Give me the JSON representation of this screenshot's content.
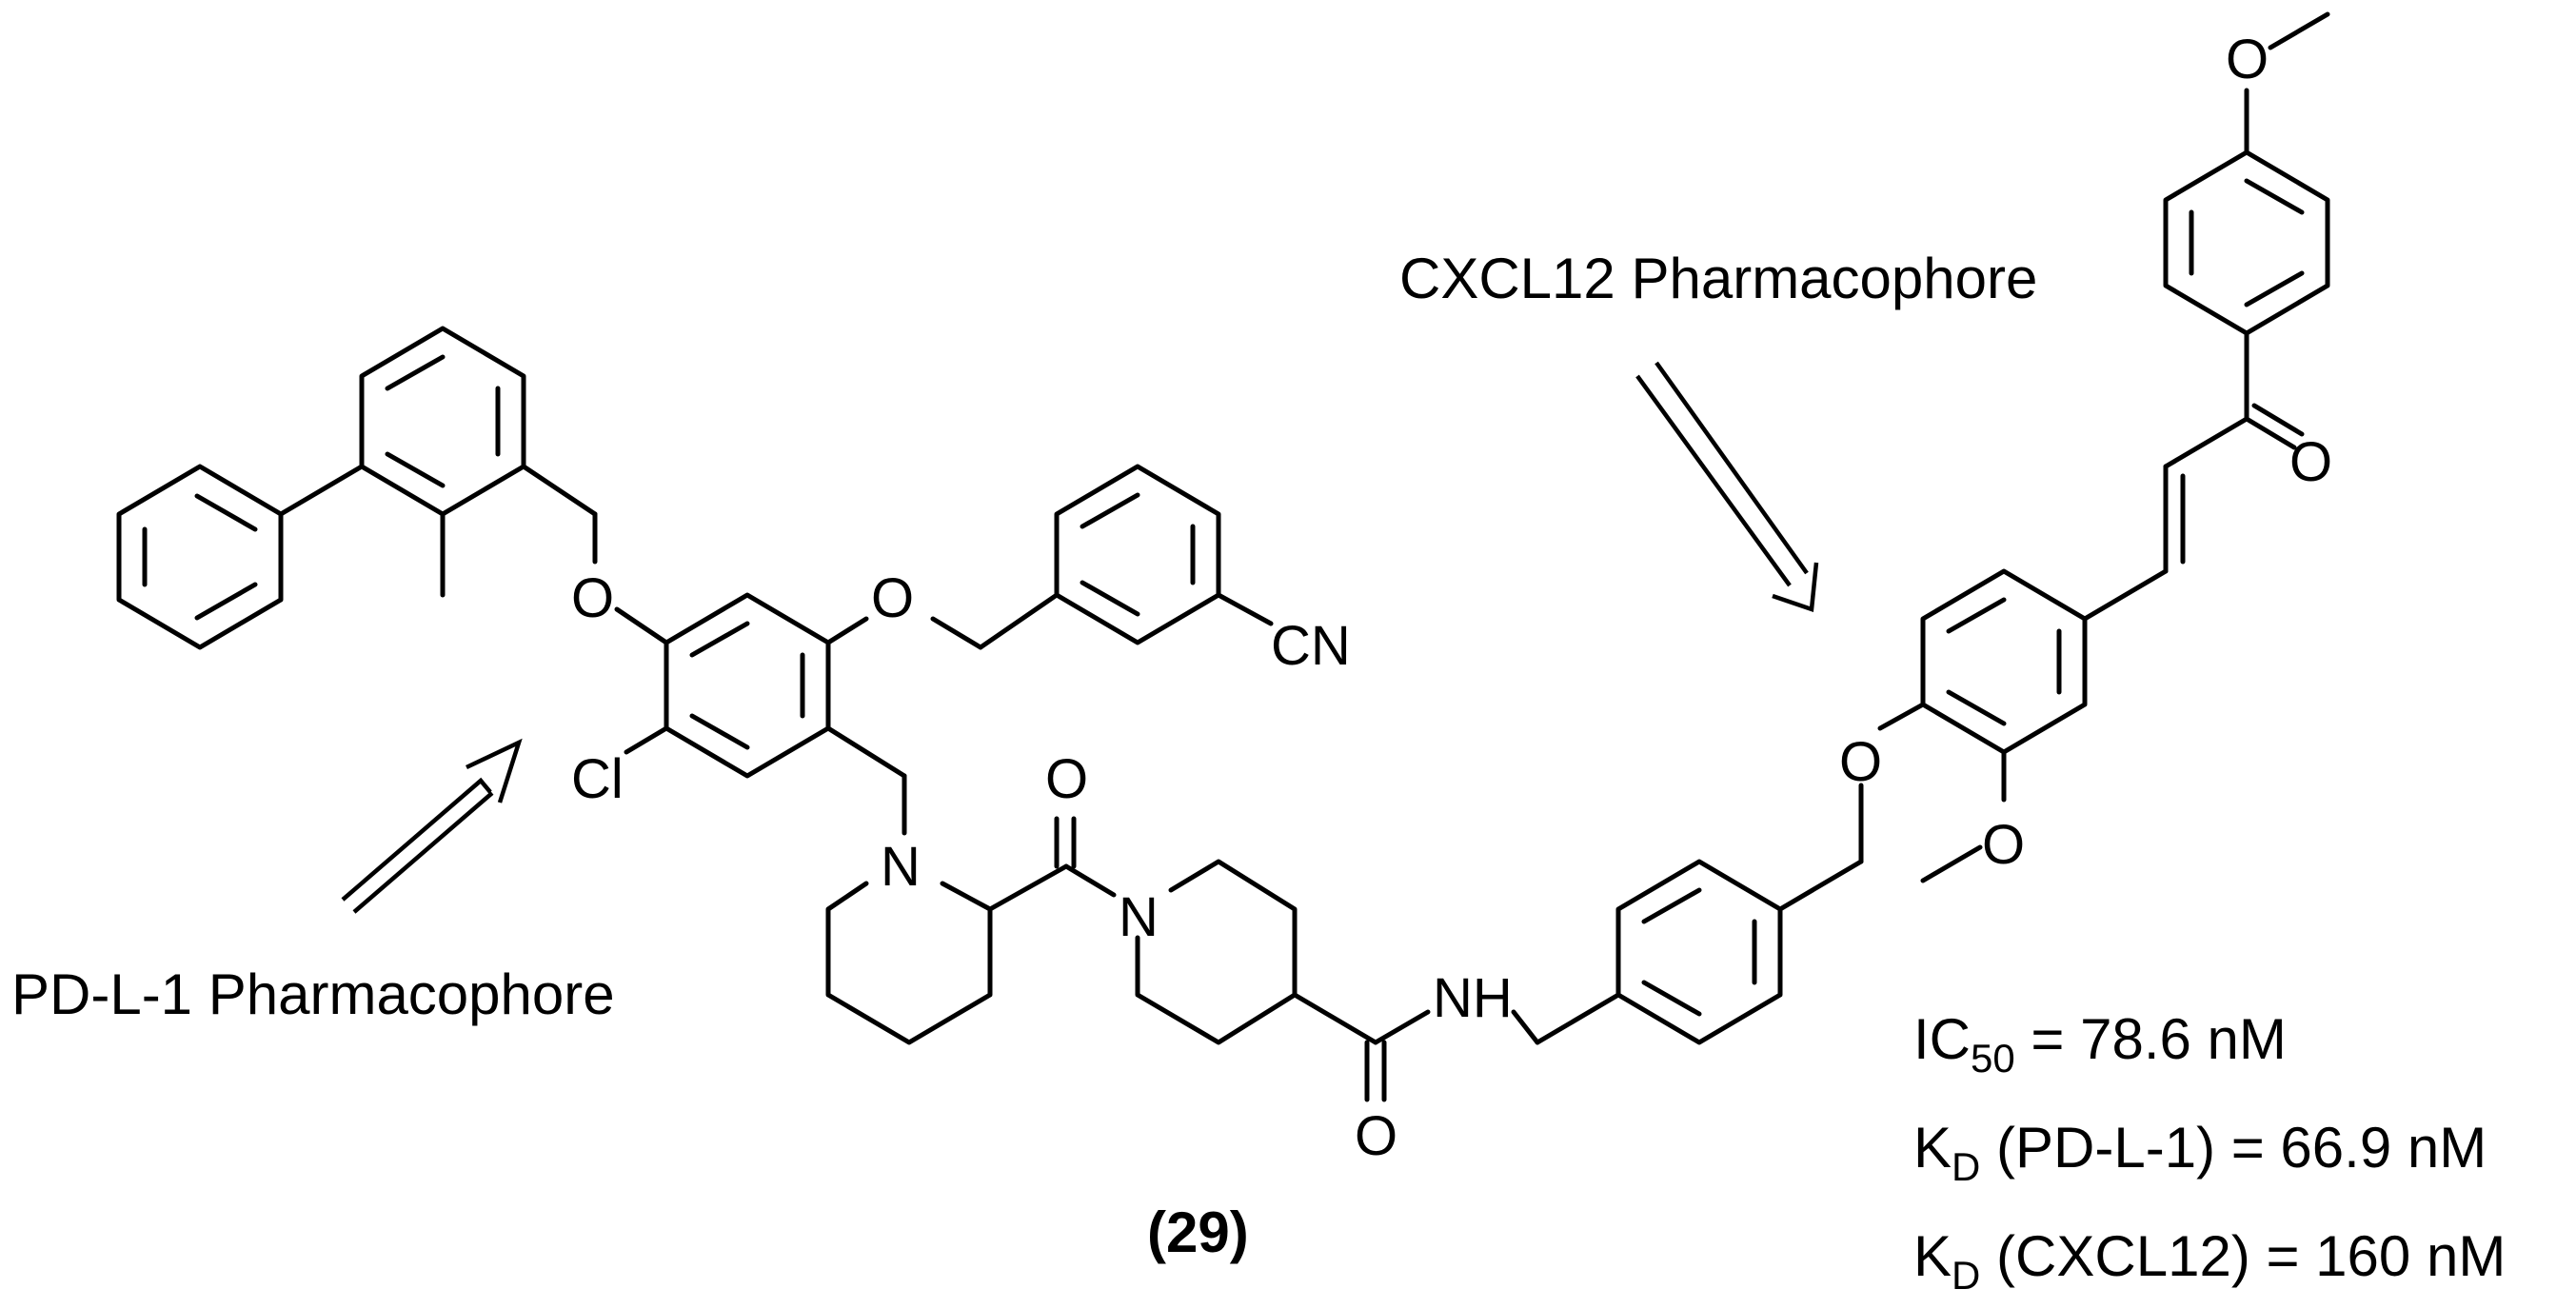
{
  "labels": {
    "pdl1": "PD-L-1 Pharmacophore",
    "cxcl12": "CXCL12 Pharmacophore",
    "compound": "(29)"
  },
  "atoms": {
    "o_left": "O",
    "o_mid": "O",
    "cn": "CN",
    "cl": "Cl",
    "n_pip1": "N",
    "o_carbonyl1": "O",
    "n_pip2": "N",
    "o_carbonyl2": "O",
    "nh": "NH",
    "o_ether": "O",
    "o_methoxy": "O",
    "o_top": "O",
    "o_ketone": "O"
  },
  "activity": {
    "ic50": {
      "symbol": "IC",
      "subscript": "50",
      "text": " = 78.6 nM"
    },
    "kd_pdl1": {
      "symbol": "K",
      "subscript": "D",
      "text": " (PD-L-1) = 66.9 nM"
    },
    "kd_cxcl12": {
      "symbol": "K",
      "subscript": "D",
      "text": " (CXCL12) = 160 nM"
    }
  }
}
